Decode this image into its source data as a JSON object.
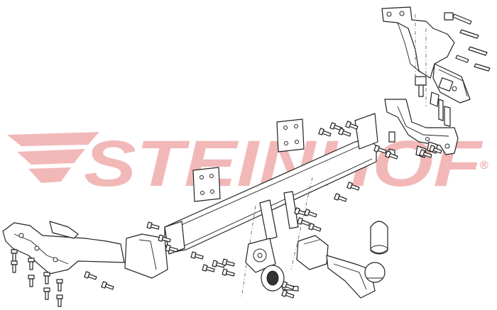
{
  "watermark": {
    "brand": "STEINHOF",
    "registered_mark": "®",
    "color": "#f2b8b8",
    "mark_color": "#e88f8f"
  },
  "diagram": {
    "type": "exploded-assembly",
    "line_color": "#222222",
    "background": "#ffffff",
    "components": [
      "right-side-mounting-bracket",
      "right-rear-bracket",
      "upper-right-bracket",
      "left-side-mounting-bracket",
      "main-crossbar",
      "square-spacer-plate-upper",
      "square-spacer-plate-lower",
      "socket-plate",
      "tow-ball-neck",
      "tow-ball",
      "tow-ball-cap",
      "electrical-socket",
      "bolt-set"
    ]
  }
}
